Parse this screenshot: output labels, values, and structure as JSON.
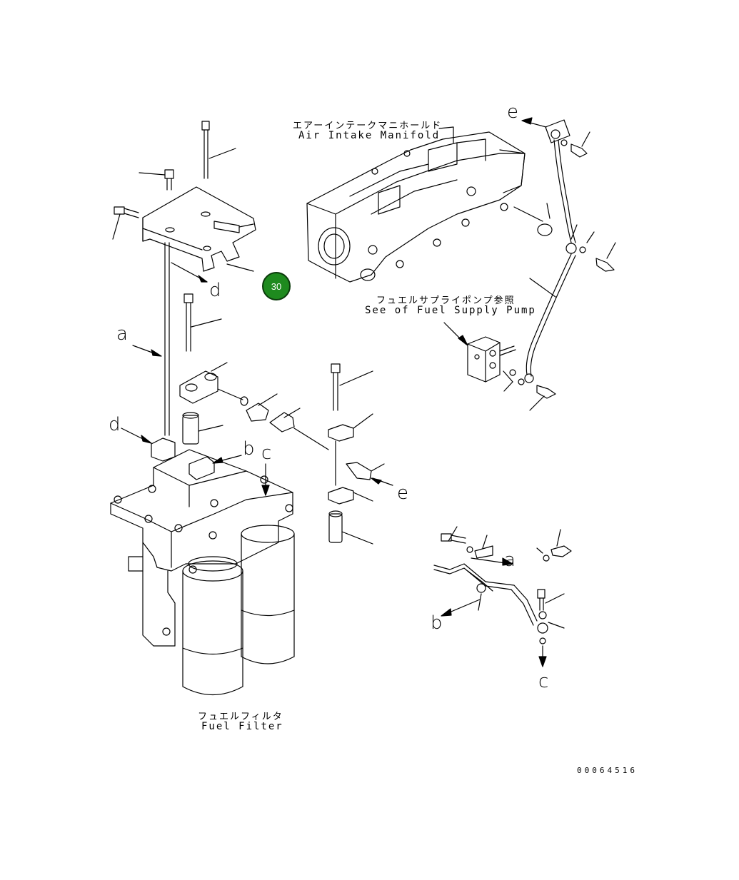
{
  "labels": {
    "manifold_jp": "エアーインテークマニホールド",
    "manifold_en": "Air Intake Manifold",
    "pump_jp": "フュエルサプライポンプ参照",
    "pump_en": "See of Fuel Supply Pump",
    "filter_jp": "フュエルフィルタ",
    "filter_en": "Fuel Filter",
    "doc_code": "00064516"
  },
  "callout": {
    "number": "30",
    "color": "#1e8a1e"
  },
  "connection_letters": {
    "a": "a",
    "b": "b",
    "c": "c",
    "d": "d",
    "e": "e"
  }
}
